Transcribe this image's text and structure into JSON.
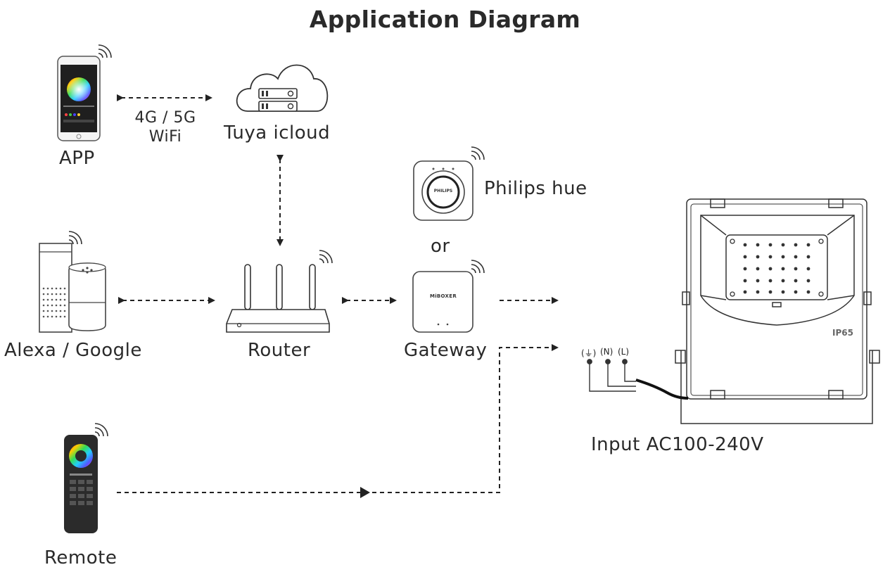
{
  "title": "Application Diagram",
  "nodes": {
    "app": "APP",
    "cloud": "Tuya icloud",
    "hue": "Philips hue",
    "or": "or",
    "assistants": "Alexa / Google",
    "router": "Router",
    "gateway": "Gateway",
    "remote": "Remote",
    "input": "Input AC100-240V"
  },
  "connections": {
    "app_cloud_line1": "4G / 5G",
    "app_cloud_line2": "WiFi"
  },
  "device_text": {
    "hue_brand": "PHILIPS",
    "gateway_brand": "MiBOXER",
    "rating": "IP65",
    "terminal_earth": "(⏚)",
    "terminal_neutral": "(N)",
    "terminal_live": "(L)"
  },
  "colors": {
    "line": "#222222",
    "device_dark": "#2b2b2b",
    "device_outline": "#444444"
  }
}
